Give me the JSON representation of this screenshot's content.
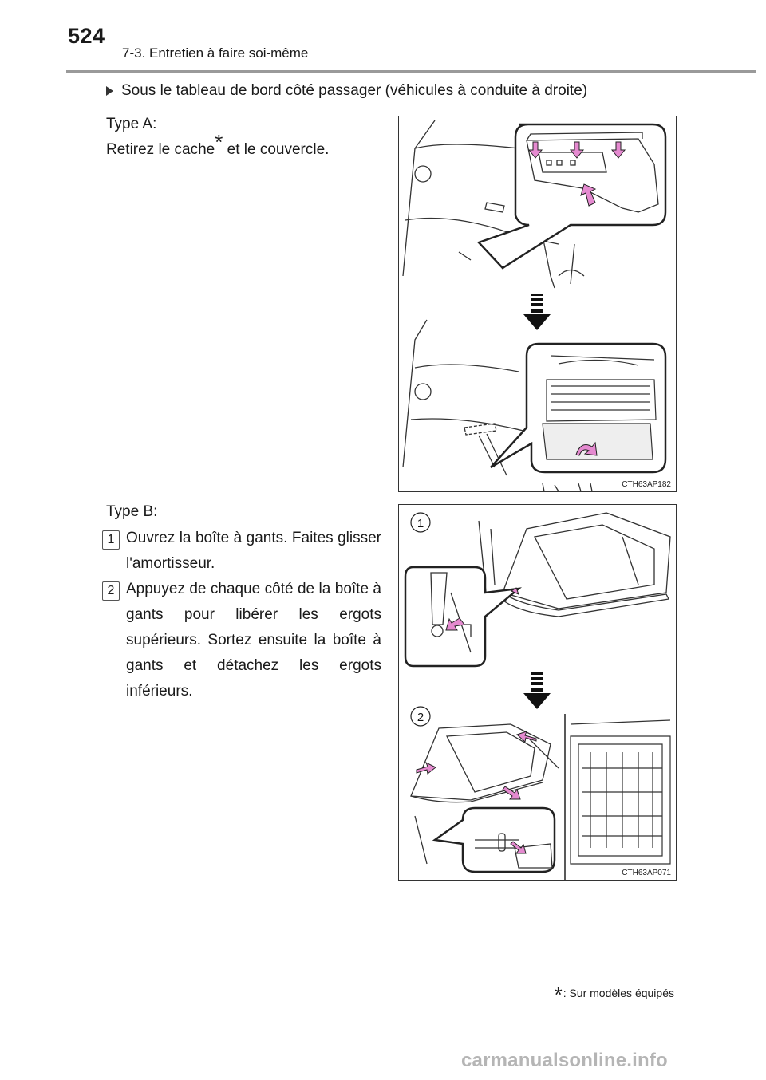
{
  "header": {
    "page_number": "524",
    "section": "7-3. Entretien à faire soi-même"
  },
  "bullet": "Sous le tableau de bord côté passager (véhicules à conduite à droite)",
  "type_a": {
    "label": "Type A:",
    "text_before": "Retirez le cache",
    "asterisk": "*",
    "text_after": " et le couvercle."
  },
  "figure_a": {
    "code": "CTH63AP182"
  },
  "type_b": {
    "label": "Type B:",
    "steps": [
      {
        "num": "1",
        "text": "Ouvrez la boîte à gants. Faites glisser l'amortisseur."
      },
      {
        "num": "2",
        "text": "Appuyez de chaque côté de la boîte à gants pour libérer les ergots supérieurs. Sortez ensuite la boîte à gants et détachez les ergots inférieurs."
      }
    ]
  },
  "figure_b": {
    "code": "CTH63AP071",
    "callout_1": "1",
    "callout_2": "2"
  },
  "footnote": {
    "asterisk": "*",
    "text": ": Sur modèles équipés"
  },
  "watermark": "carmanualsonline.info",
  "colors": {
    "arrow_pink": "#e58ad0",
    "rule_gray": "#9a9a9a",
    "line_dark": "#333333"
  }
}
